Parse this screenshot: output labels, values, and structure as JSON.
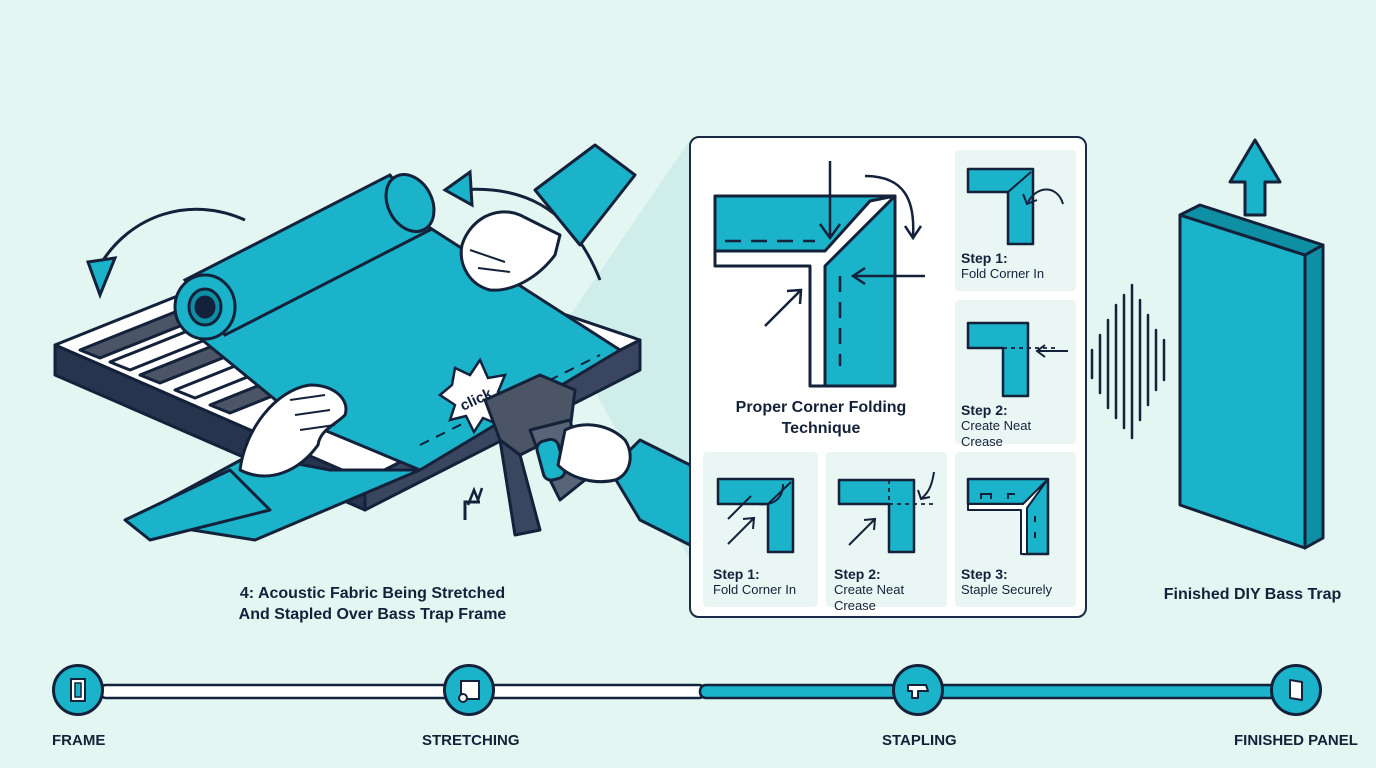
{
  "illustration": {
    "click_text": "click",
    "caption_line1": "4: Acoustic Fabric Being Stretched",
    "caption_line2": "And Stapled Over Bass Trap Frame"
  },
  "corner_panel": {
    "title_line1": "Proper Corner Folding",
    "title_line2": "Technique",
    "tiles": [
      {
        "step": "Step 1:",
        "text": "Fold Corner In"
      },
      {
        "step": "Step 2:",
        "text": "Create Neat Crease"
      },
      {
        "step": "Step 1:",
        "text": "Fold Corner In"
      },
      {
        "step": "Step 2:",
        "text": "Create Neat Crease"
      },
      {
        "step": "Step 3:",
        "text": "Staple Securely"
      }
    ]
  },
  "finished": {
    "caption": "Finished DIY Bass Trap"
  },
  "timeline": {
    "steps": [
      {
        "label": "FRAME",
        "icon": "frame-icon"
      },
      {
        "label": "STRETCHING",
        "icon": "fabric-roll-icon"
      },
      {
        "label": "STAPLING",
        "icon": "staple-gun-icon"
      },
      {
        "label": "FINISHED PANEL",
        "icon": "panel-icon"
      }
    ]
  },
  "colors": {
    "background": "#e3f6f2",
    "fabric": "#1ab3c9",
    "fabric_dark": "#0f8fa3",
    "outline": "#14213a",
    "frame_wood": "#4b5565"
  }
}
